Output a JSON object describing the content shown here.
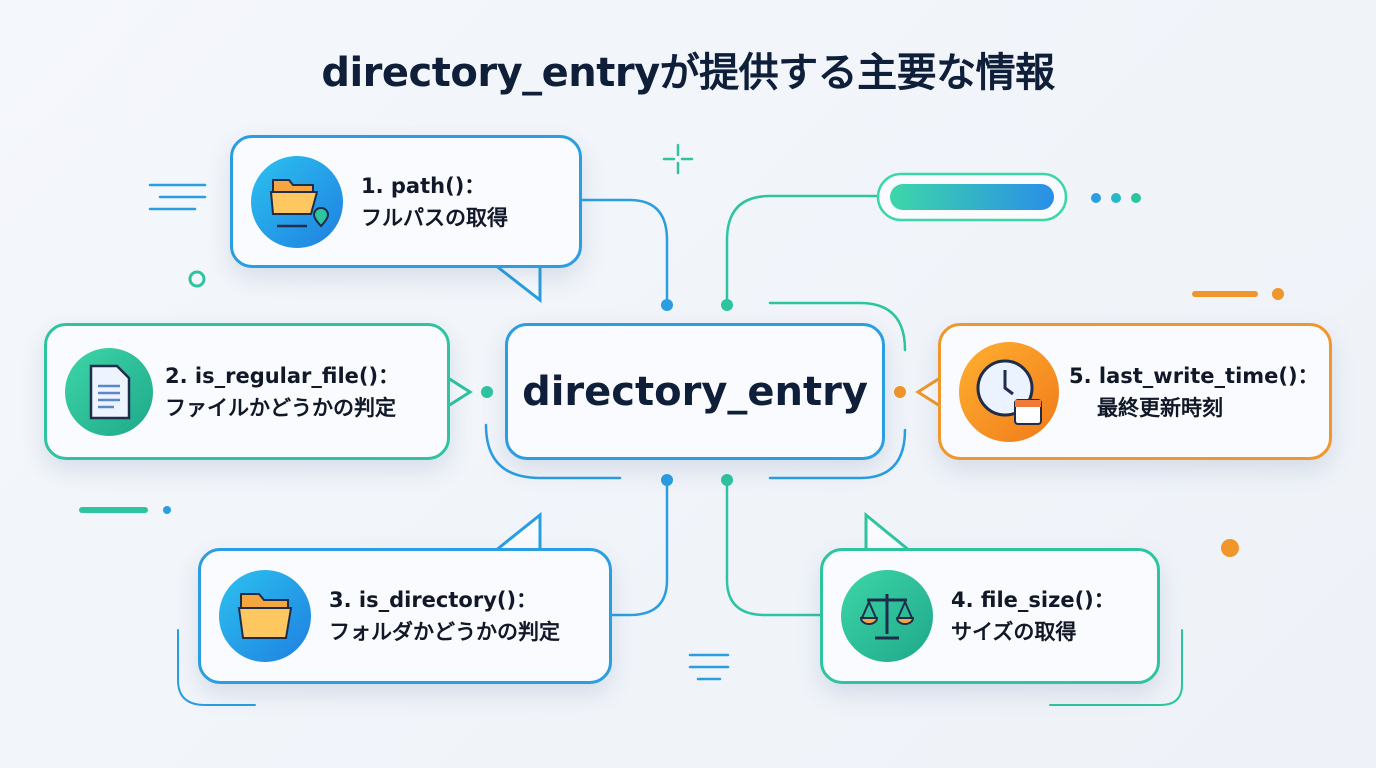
{
  "title": "directory_entryが提供する主要な情報",
  "center": {
    "label": "directory_entry"
  },
  "items": [
    {
      "title": "1. path()：",
      "desc": "フルパスの取得",
      "icon": "folder-path-icon"
    },
    {
      "title": "2. is_regular_file()：",
      "desc": "ファイルかどうかの判定",
      "icon": "document-icon"
    },
    {
      "title": "3. is_directory()：",
      "desc": "フォルダかどうかの判定",
      "icon": "folder-icon"
    },
    {
      "title": "4. file_size()：",
      "desc": "サイズの取得",
      "icon": "scale-icon"
    },
    {
      "title": "5. last_write_time()：",
      "desc": "最終更新時刻",
      "icon": "clock-calendar-icon"
    }
  ],
  "colors": {
    "blue": "#2a9ee0",
    "teal": "#2ec4a0",
    "orange": "#f0962a",
    "title": "#0f1f3a"
  }
}
